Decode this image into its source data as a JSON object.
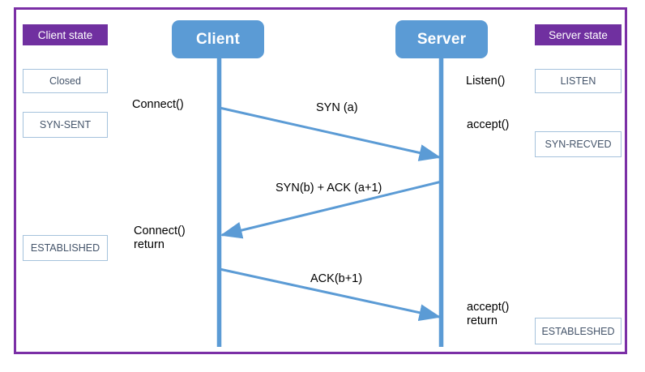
{
  "diagram": {
    "title": "TCP three-way handshake sequence diagram",
    "colors": {
      "frame_border": "#7B2FA6",
      "state_header_fill": "#7030A0",
      "state_header_text": "#FFFFFF",
      "state_box_border": "#A5C2DC",
      "state_box_text": "#44546A",
      "participant_fill": "#5B9BD5",
      "participant_text": "#FFFFFF",
      "lifeline": "#5B9BD5",
      "arrow": "#5B9BD5",
      "label_text": "#000000"
    },
    "participants": [
      {
        "name": "client",
        "label": "Client"
      },
      {
        "name": "server",
        "label": "Server"
      }
    ],
    "client_state_column": {
      "header": "Client state",
      "states": [
        {
          "label": "Closed"
        },
        {
          "label": "SYN-SENT"
        },
        {
          "label": "ESTABLISHED"
        }
      ]
    },
    "server_state_column": {
      "header": "Server state",
      "states": [
        {
          "label": "LISTEN"
        },
        {
          "label": "SYN-RECVED"
        },
        {
          "label": "ESTABLESHED"
        }
      ]
    },
    "client_calls": [
      {
        "label": "Connect()"
      },
      {
        "label": "Connect()\nreturn"
      }
    ],
    "server_calls": [
      {
        "label": "Listen()"
      },
      {
        "label": "accept()"
      },
      {
        "label": "accept()\nreturn"
      }
    ],
    "messages": [
      {
        "label": "SYN (a)",
        "direction": "client-to-server"
      },
      {
        "label": "SYN(b) + ACK (a+1)",
        "direction": "server-to-client"
      },
      {
        "label": "ACK(b+1)",
        "direction": "client-to-server"
      }
    ]
  }
}
